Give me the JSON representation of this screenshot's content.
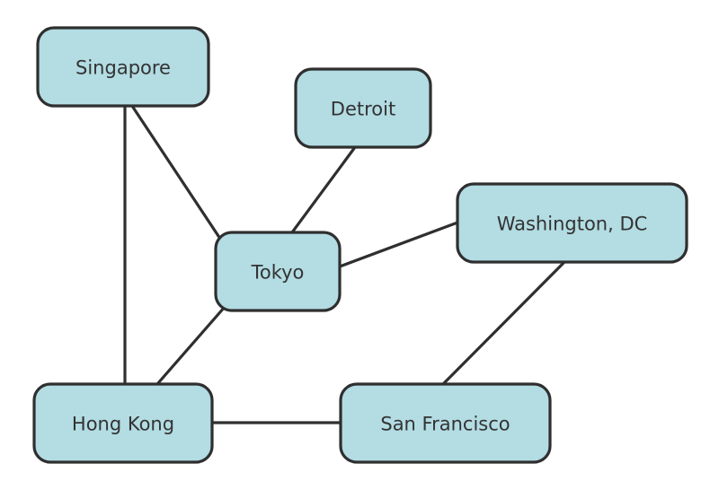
{
  "diagram": {
    "node_fill": "#b3dce3",
    "stroke_color": "#2f2f2f",
    "text_color": "#333333",
    "nodes": [
      {
        "id": "singapore",
        "label": "Singapore"
      },
      {
        "id": "detroit",
        "label": "Detroit"
      },
      {
        "id": "washington",
        "label": "Washington, DC"
      },
      {
        "id": "tokyo",
        "label": "Tokyo"
      },
      {
        "id": "hong-kong",
        "label": "Hong Kong"
      },
      {
        "id": "san-francisco",
        "label": "San Francisco"
      }
    ],
    "edges": [
      {
        "from": "singapore",
        "to": "tokyo"
      },
      {
        "from": "singapore",
        "to": "hong-kong"
      },
      {
        "from": "detroit",
        "to": "tokyo"
      },
      {
        "from": "washington",
        "to": "tokyo"
      },
      {
        "from": "tokyo",
        "to": "hong-kong"
      },
      {
        "from": "washington",
        "to": "san-francisco"
      },
      {
        "from": "hong-kong",
        "to": "san-francisco"
      }
    ]
  }
}
